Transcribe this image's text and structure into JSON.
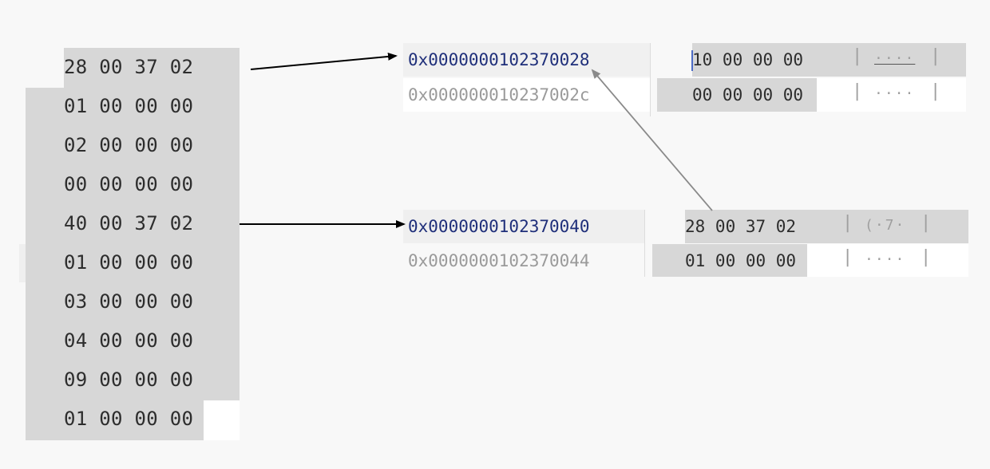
{
  "left_dump": {
    "rows": [
      "28 00 37 02",
      "01 00 00 00",
      "02 00 00 00",
      "00 00 00 00",
      "40 00 37 02",
      "01 00 00 00",
      "03 00 00 00",
      "04 00 00 00",
      "09 00 00 00",
      "01 00 00 00"
    ]
  },
  "memory_top": {
    "rows": [
      {
        "address": "0x0000000102370028",
        "bytes": "10 00 00 00",
        "ascii": "····",
        "ascii_display": "····"
      },
      {
        "address": "0x000000010237002c",
        "bytes": "00 00 00 00",
        "ascii": "····"
      }
    ]
  },
  "memory_bottom": {
    "rows": [
      {
        "address": "0x0000000102370040",
        "bytes": "28 00 37 02",
        "ascii": "(·7·"
      },
      {
        "address": "0x0000000102370044",
        "bytes": "01 00 00 00",
        "ascii": "····"
      }
    ]
  },
  "pipe_char": "|",
  "colors": {
    "row_highlight": "#d7d7d7",
    "address_strong": "#1f2f7a",
    "address_dim": "#9a9a9a",
    "arrow_black": "#000000",
    "arrow_gray": "#8a8a8a"
  }
}
